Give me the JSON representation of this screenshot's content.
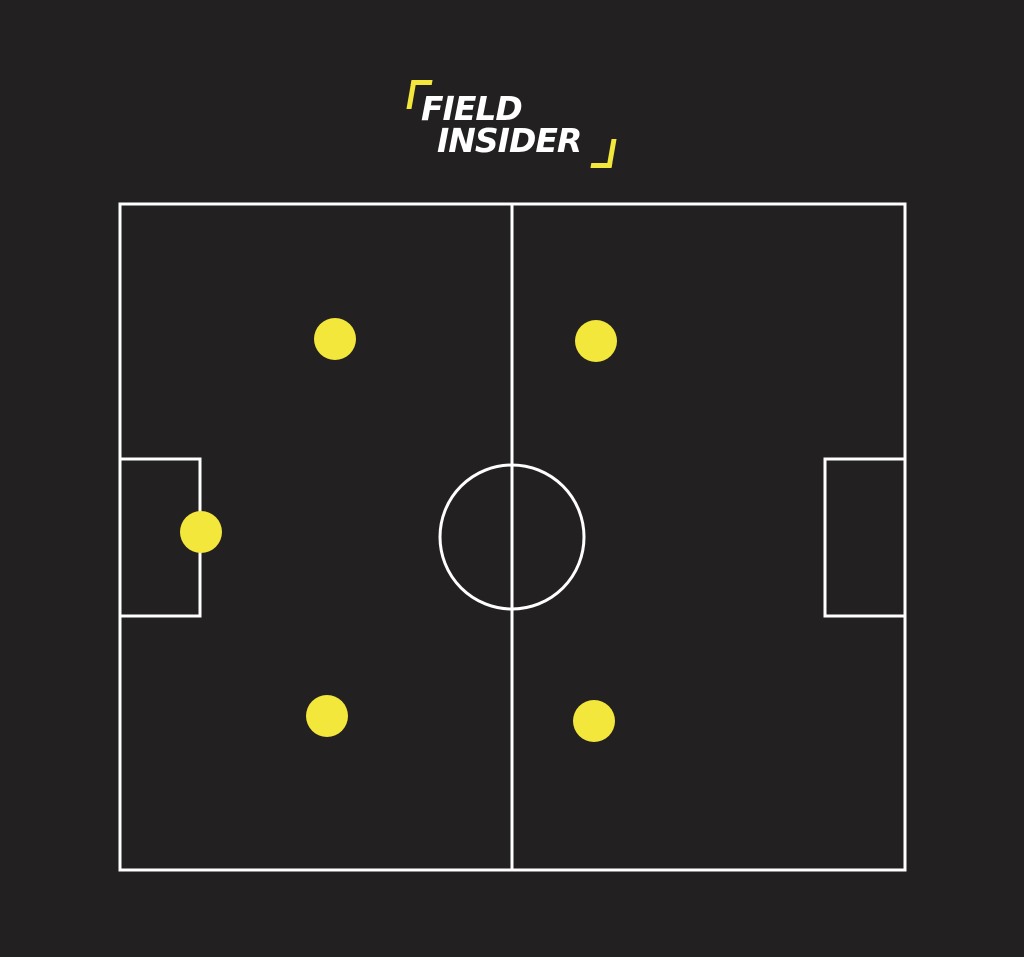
{
  "logo": {
    "line1": "FIELD",
    "line2": "INSIDER"
  },
  "colors": {
    "background": "#232021",
    "lines": "#ffffff",
    "players": "#f2e73a",
    "accent": "#f2e73a"
  },
  "players": [
    {
      "id": "goalkeeper",
      "role": "goalkeeper"
    },
    {
      "id": "left-top",
      "role": "defender"
    },
    {
      "id": "left-bottom",
      "role": "defender"
    },
    {
      "id": "right-top",
      "role": "forward"
    },
    {
      "id": "right-bottom",
      "role": "forward"
    }
  ]
}
